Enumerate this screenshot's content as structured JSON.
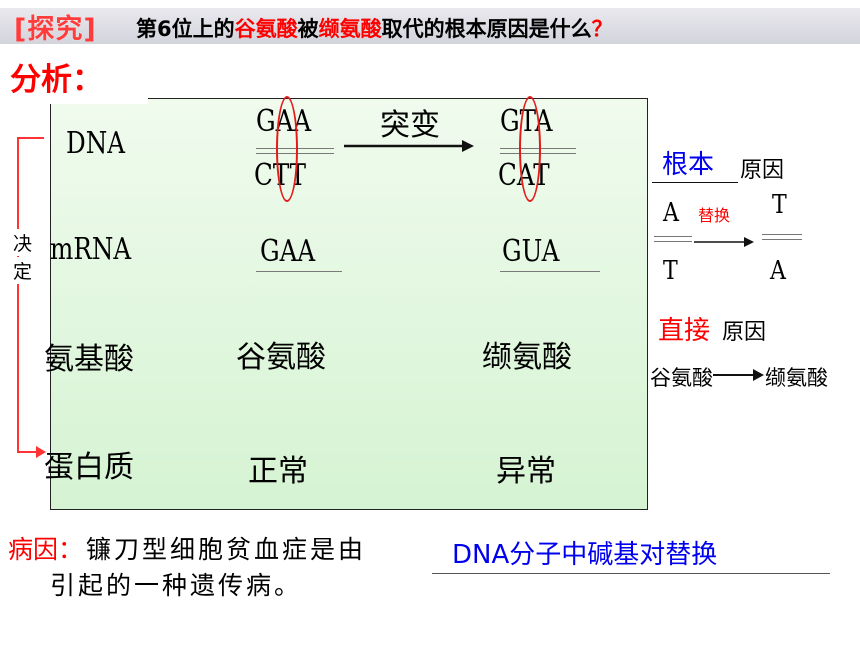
{
  "header": {
    "tag": "[探究]",
    "q_part1": "第6位上的",
    "q_glu": "谷氨酸",
    "q_part2": "被",
    "q_val": "缬氨酸",
    "q_part3": "取代的根本原因是什么",
    "q_mark": "？"
  },
  "analysis_label": "分析：",
  "decide_label_1": "决",
  "decide_label_2": "定",
  "rows": {
    "dna": "DNA",
    "mrna": "mRNA",
    "amino": "氨基酸",
    "protein": "蛋白质"
  },
  "mutation_label": "突变",
  "normal": {
    "dna_top": "GAA",
    "dna_bottom": "CTT",
    "mrna": "GAA",
    "amino": "谷氨酸",
    "protein": "正常"
  },
  "mutant": {
    "dna_top": "GTA",
    "dna_bottom": "CAT",
    "mrna": "GUA",
    "amino": "缬氨酸",
    "protein": "异常"
  },
  "right_panel": {
    "root_word": "根本",
    "cause": "原因",
    "base_a": "A",
    "base_t_bottom": "T",
    "substitution": "替换",
    "base_t_top": "T",
    "base_a_bottom": "A",
    "direct_word": "直接",
    "cause2": "原因",
    "amino_from": "谷氨酸",
    "amino_to": "缬氨酸"
  },
  "footer": {
    "label": "病因：",
    "text_line1": "镰刀型细胞贫血症是由",
    "text_line2": "引起的一种遗传病。",
    "answer": "DNA分子中碱基对替换"
  },
  "colors": {
    "accent_red": "#ff0000",
    "answer_blue": "#0000ee",
    "box_green": "#dcf5d8"
  }
}
